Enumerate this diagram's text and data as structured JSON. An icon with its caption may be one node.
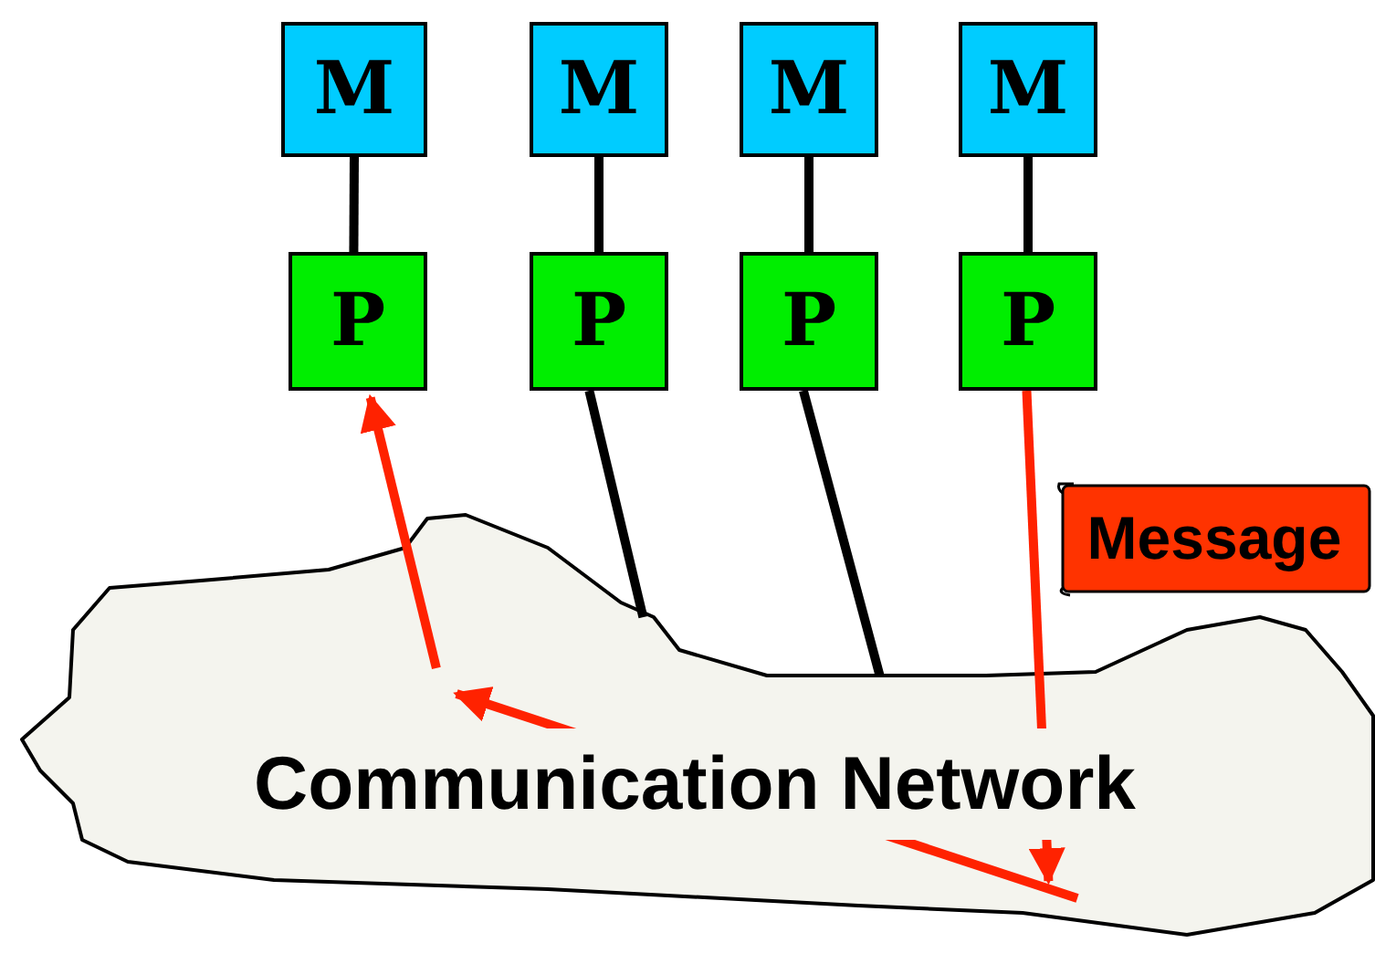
{
  "diagram": {
    "nodes": [
      {
        "text": [
          "M"
        ]
      },
      {
        "text": [
          "M"
        ]
      },
      {
        "text": [
          "M"
        ]
      },
      {
        "text": [
          "M"
        ]
      },
      {
        "text": [
          "P"
        ]
      },
      {
        "text": [
          "P"
        ]
      },
      {
        "text": [
          "P"
        ]
      },
      {
        "text": [
          "P"
        ]
      },
      {
        "text": [
          "Communication Network"
        ]
      },
      {
        "text": [
          "Message"
        ]
      }
    ],
    "edges": [
      {
        "from": 0,
        "to": 4,
        "arrow": "none"
      },
      {
        "from": 1,
        "to": 5,
        "arrow": "none"
      },
      {
        "from": 2,
        "to": 6,
        "arrow": "none"
      },
      {
        "from": 3,
        "to": 7,
        "arrow": "none"
      },
      {
        "from": 5,
        "to": 8,
        "arrow": "none"
      },
      {
        "from": 6,
        "to": 8,
        "arrow": "none"
      },
      {
        "from": 7,
        "to": 8,
        "arrow": "to",
        "color": "#ff2200"
      },
      {
        "from": 8,
        "to": 4,
        "arrow": "to",
        "color": "#ff2200"
      }
    ]
  }
}
